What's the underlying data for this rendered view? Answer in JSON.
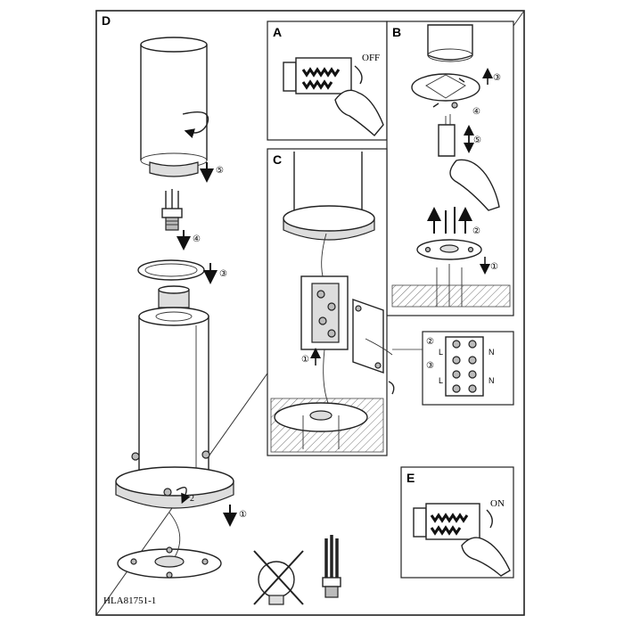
{
  "panels": {
    "d": {
      "label": "D"
    },
    "a": {
      "label": "A",
      "switch_text": "OFF"
    },
    "b": {
      "label": "B"
    },
    "c": {
      "label": "C"
    },
    "e": {
      "label": "E",
      "switch_text": "ON"
    }
  },
  "terminal": {
    "left": "L",
    "right": "N"
  },
  "model_code": "HLA81751-1",
  "steps": {
    "d": [
      "⑤",
      "④",
      "③",
      "②",
      "①"
    ],
    "b": [
      "③",
      "④",
      "⑤",
      "②",
      "①"
    ],
    "c": [
      "①",
      "②",
      "③"
    ]
  }
}
